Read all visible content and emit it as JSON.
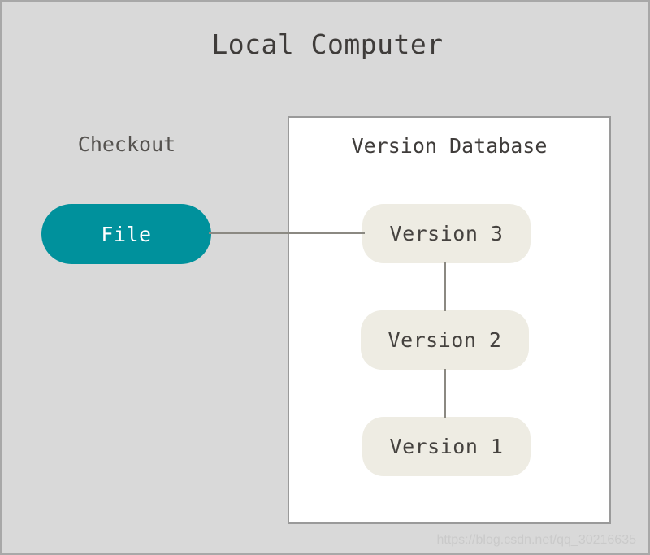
{
  "diagram": {
    "title": "Local Computer",
    "background_color": "#d9d9d9",
    "border_color": "#a8a8a8"
  },
  "checkout": {
    "label": "Checkout",
    "file_node": {
      "label": "File",
      "fill_color": "#00919c",
      "text_color": "#ffffff"
    }
  },
  "version_database": {
    "title": "Version Database",
    "panel_color": "#ffffff",
    "panel_border_color": "#9a9a9a",
    "node_fill_color": "#eeece3",
    "node_text_color": "#45423f",
    "versions": [
      {
        "label": "Version 3"
      },
      {
        "label": "Version 2"
      },
      {
        "label": "Version 1"
      }
    ]
  },
  "connectors": {
    "color": "#8b8982",
    "file_to_version3": "File — Version 3",
    "version3_to_version2": "Version 3 — Version 2",
    "version2_to_version1": "Version 2 — Version 1"
  },
  "watermark": {
    "text": "https://blog.csdn.net/qq_30216635"
  }
}
